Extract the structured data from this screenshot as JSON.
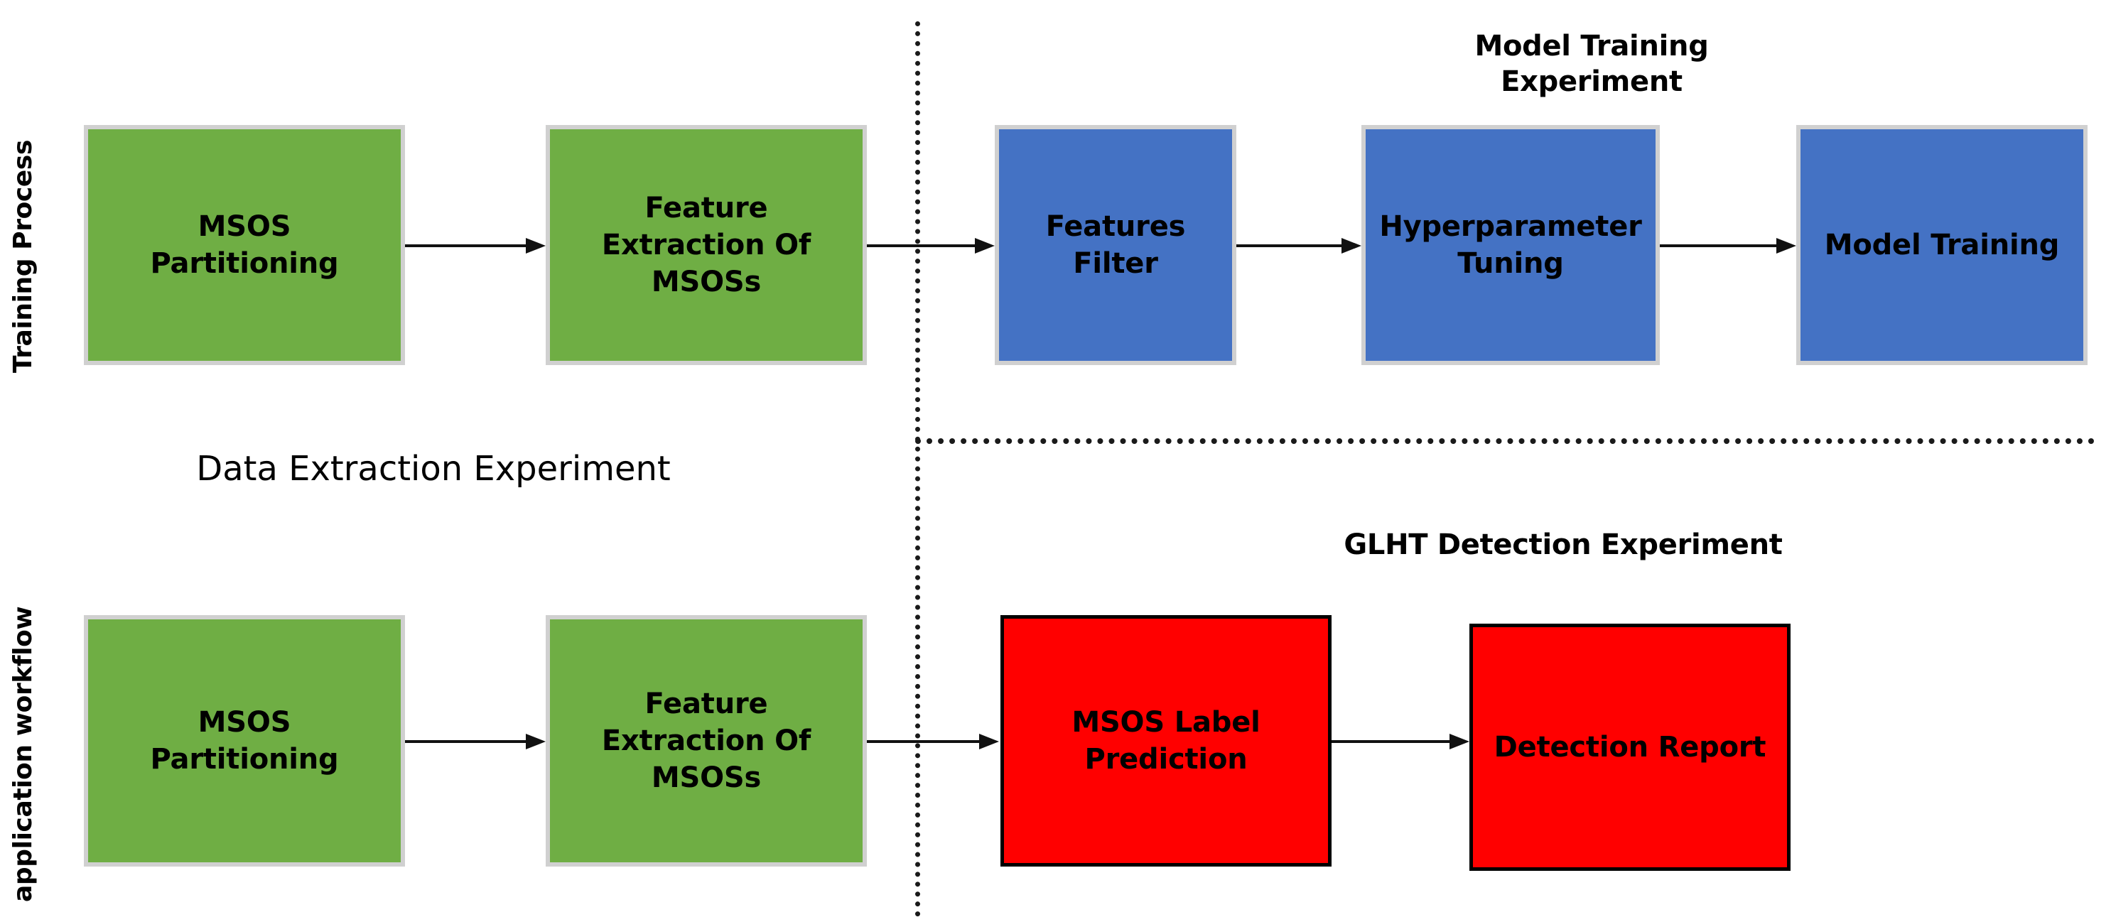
{
  "diagram": {
    "title_hidden": "Experiment Workflow",
    "colors": {
      "green": "#6FAE44",
      "blue": "#4472C4",
      "red": "#FF0000",
      "box_border_light": "#D0D0D0",
      "box_border_dark": "#000000",
      "divider": "#1A1A1A",
      "text": "#000000",
      "background": "#FFFFFF"
    },
    "side_labels": {
      "top": "Training Process",
      "bottom": "application workflow"
    },
    "captions": {
      "model_training": "Model Training\nExperiment",
      "data_extraction": "Data Extraction Experiment",
      "glht_detection": "GLHT Detection Experiment"
    },
    "rows": {
      "training": {
        "nodes": [
          {
            "label": "MSOS\nPartitioning",
            "color": "green"
          },
          {
            "label": "Feature\nExtraction Of\nMSOSs",
            "color": "green"
          },
          {
            "label": "Features\nFilter",
            "color": "blue"
          },
          {
            "label": "Hyperparameter\nTuning",
            "color": "blue"
          },
          {
            "label": "Model Training",
            "color": "blue"
          }
        ]
      },
      "application": {
        "nodes": [
          {
            "label": "MSOS\nPartitioning",
            "color": "green"
          },
          {
            "label": "Feature\nExtraction Of\nMSOSs",
            "color": "green"
          },
          {
            "label": "MSOS Label\nPrediction",
            "color": "red"
          },
          {
            "label": "Detection Report",
            "color": "red"
          }
        ]
      }
    }
  }
}
